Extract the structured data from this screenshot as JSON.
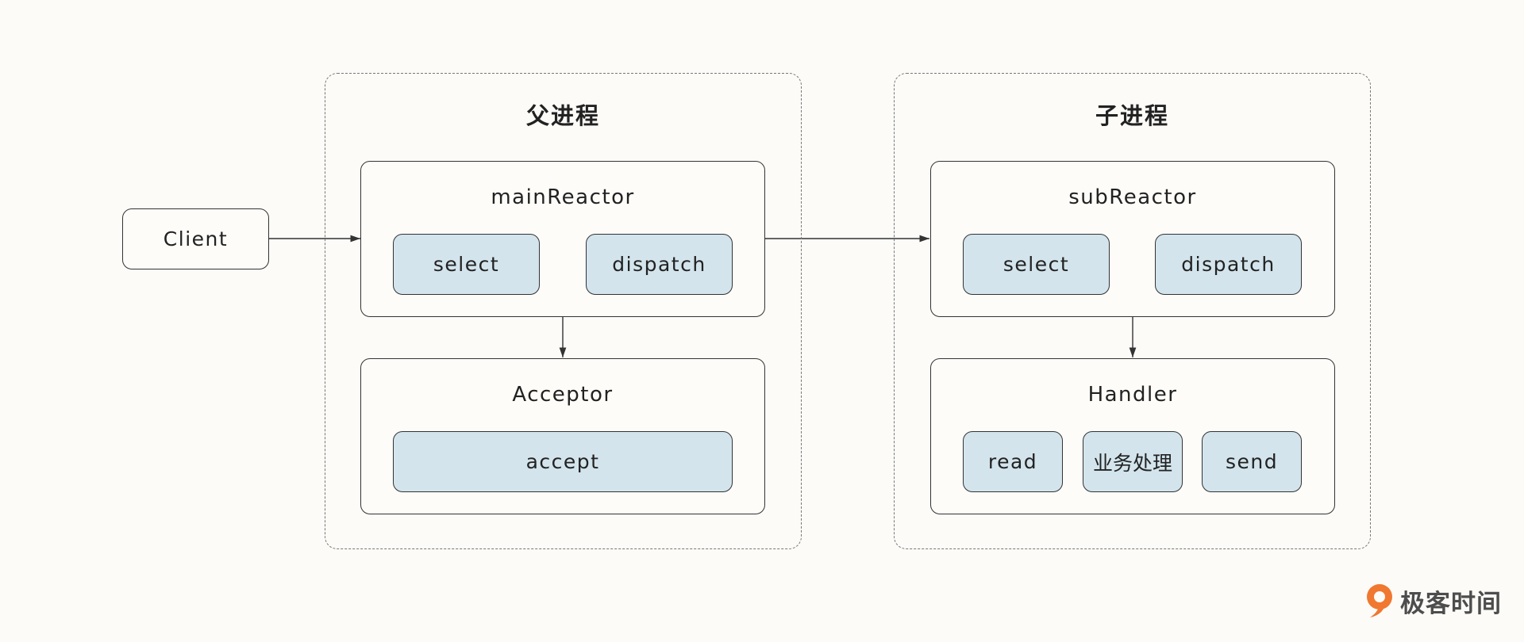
{
  "client": {
    "label": "Client"
  },
  "parent": {
    "title": "父进程",
    "main_reactor": {
      "title": "mainReactor",
      "select": "select",
      "dispatch": "dispatch"
    },
    "acceptor": {
      "title": "Acceptor",
      "accept": "accept"
    }
  },
  "child": {
    "title": "子进程",
    "sub_reactor": {
      "title": "subReactor",
      "select": "select",
      "dispatch": "dispatch"
    },
    "handler": {
      "title": "Handler",
      "read": "read",
      "process": "业务处理",
      "send": "send"
    }
  },
  "brand": {
    "name": "极客时间",
    "color": "#f07830"
  },
  "colors": {
    "chip_fill": "#d3e4ec",
    "line": "#333333",
    "background": "#fcfbf8"
  }
}
